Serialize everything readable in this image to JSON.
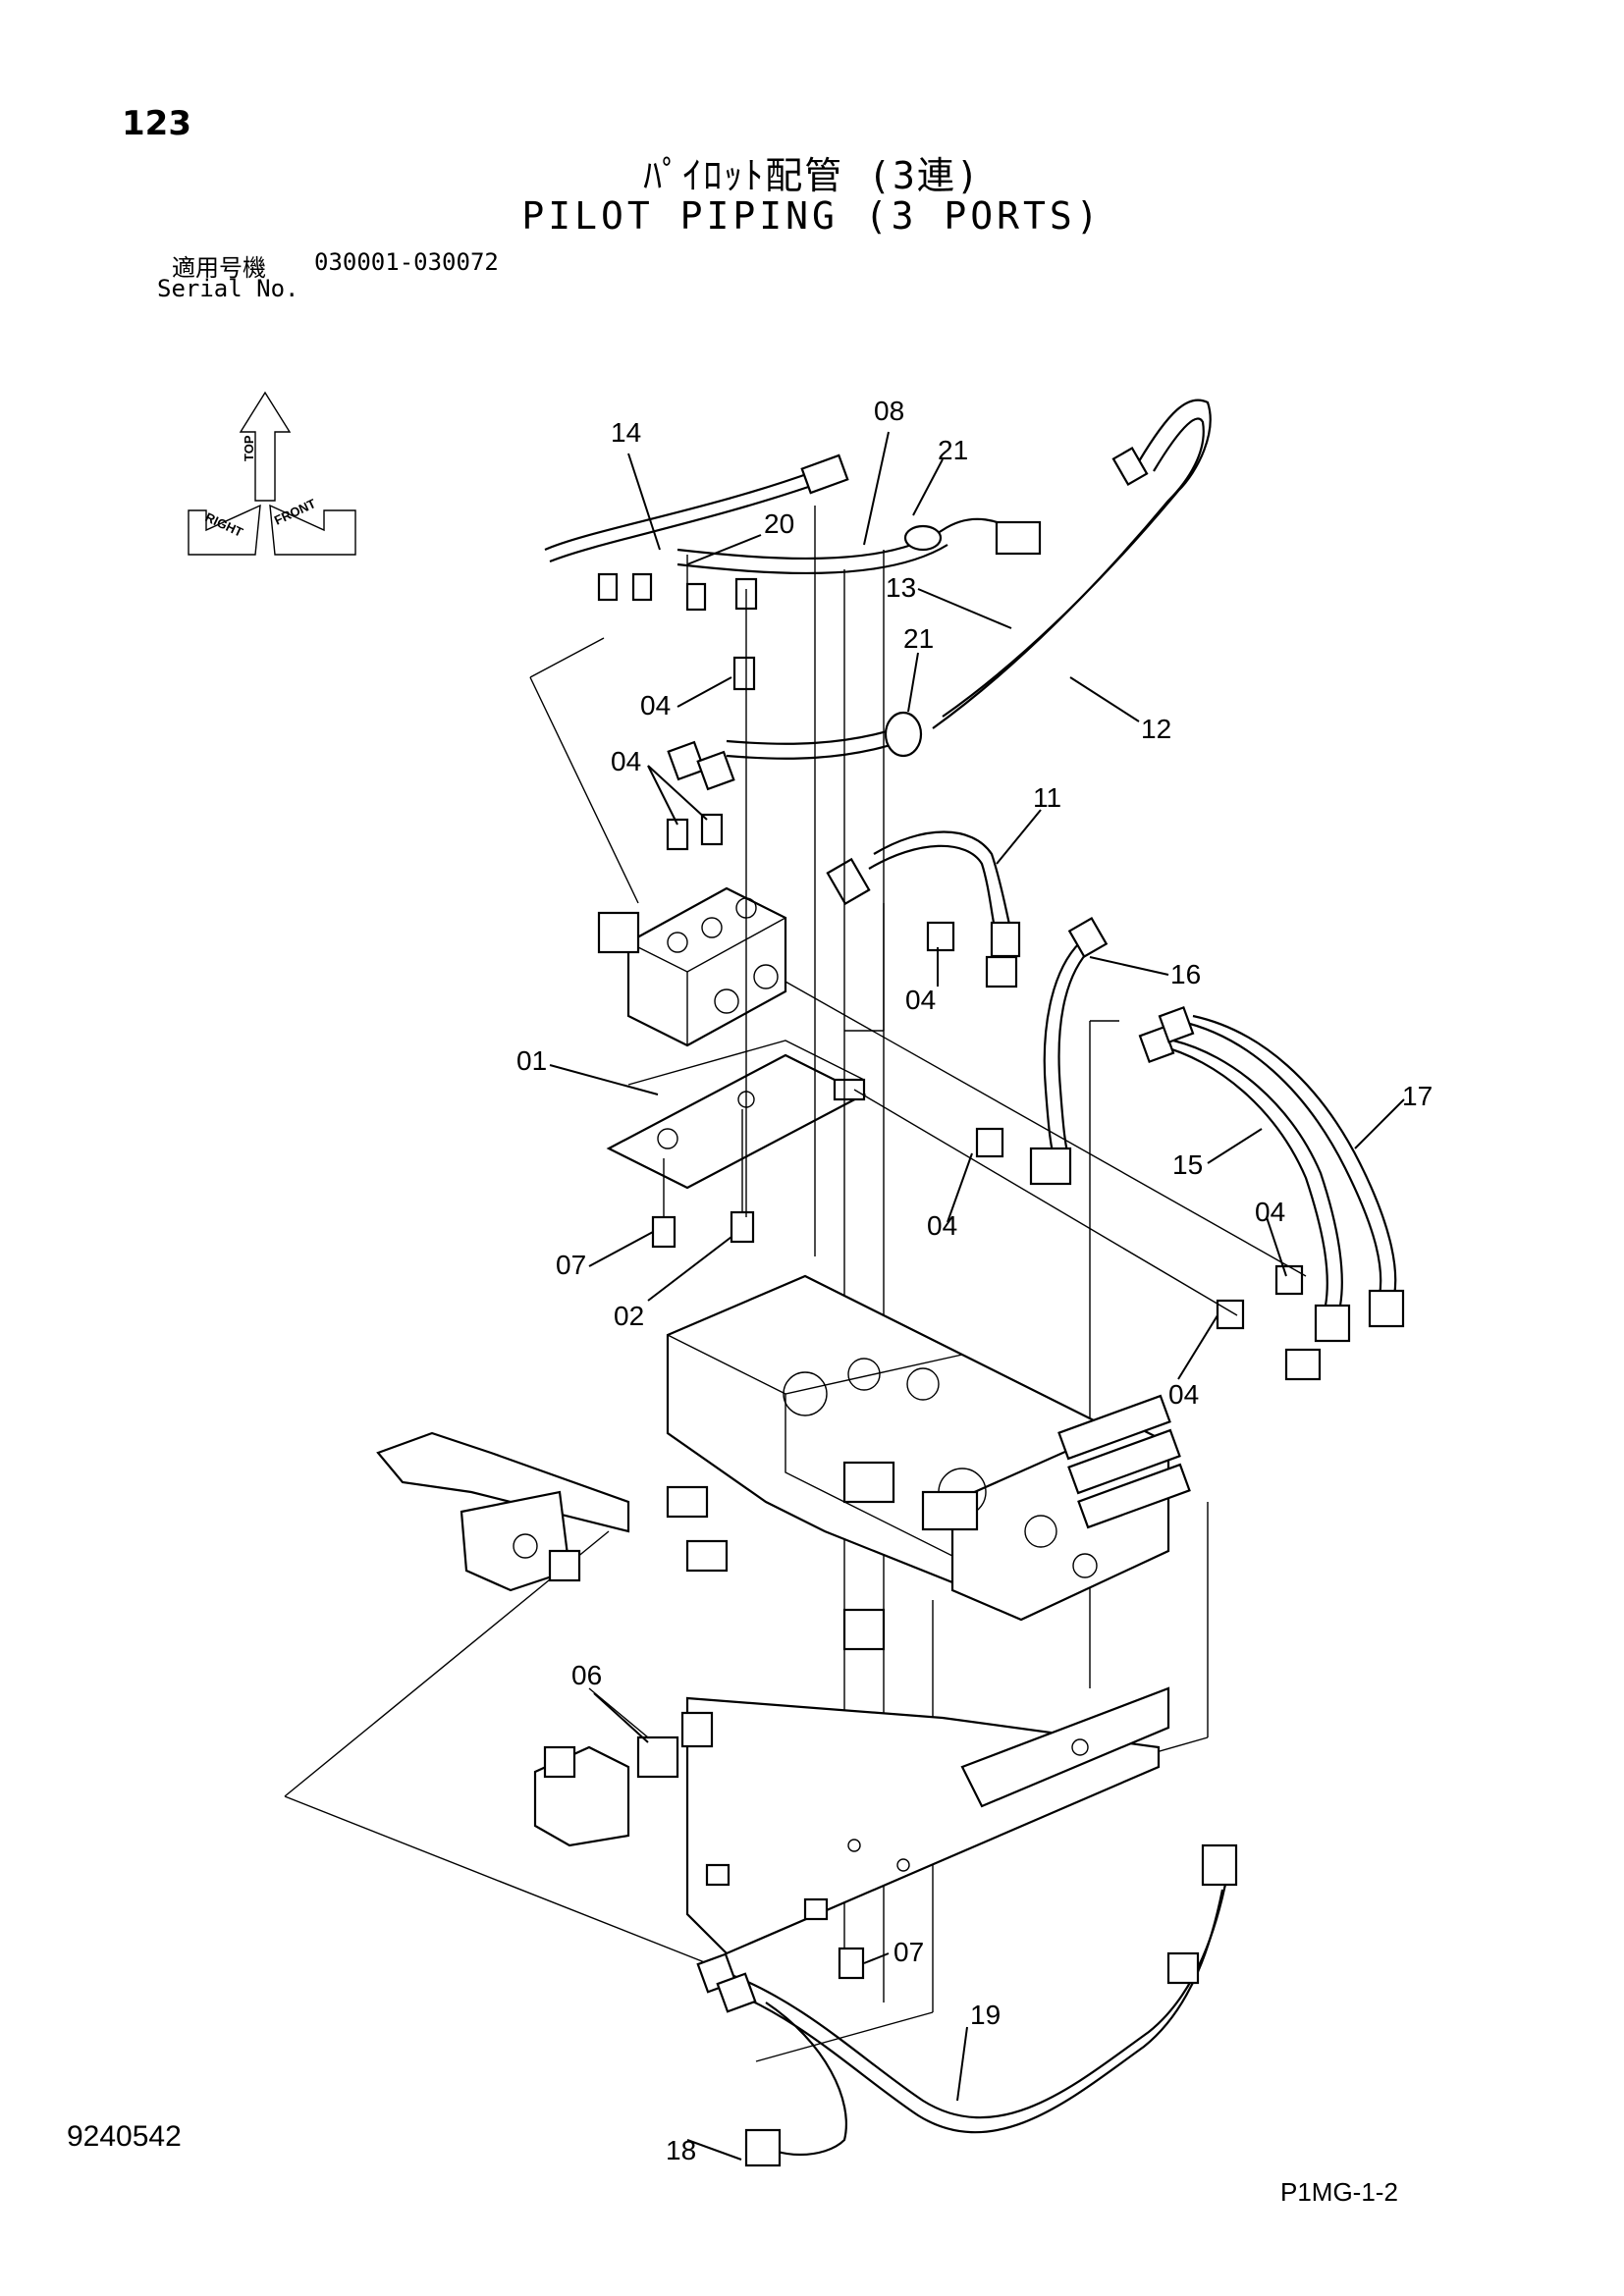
{
  "page_number": "123",
  "title_jp": "ﾊﾟｲﾛｯﾄ配管 (3連)",
  "title_en": "PILOT PIPING (3 PORTS)",
  "serial_label_jp": "適用号機",
  "serial_range": "030001-030072",
  "serial_label_en": "Serial No.",
  "doc_number": "9240542",
  "sheet_code": "P1MG-1-2",
  "orientation_compass": {
    "top": "TOP",
    "right": "RIGHT",
    "front": "FRONT"
  },
  "callouts": [
    {
      "id": "14",
      "label": "14"
    },
    {
      "id": "08",
      "label": "08"
    },
    {
      "id": "21a",
      "label": "21"
    },
    {
      "id": "20",
      "label": "20"
    },
    {
      "id": "13",
      "label": "13"
    },
    {
      "id": "21b",
      "label": "21"
    },
    {
      "id": "12",
      "label": "12"
    },
    {
      "id": "04a",
      "label": "04"
    },
    {
      "id": "04b",
      "label": "04"
    },
    {
      "id": "11",
      "label": "11"
    },
    {
      "id": "04c",
      "label": "04"
    },
    {
      "id": "16",
      "label": "16"
    },
    {
      "id": "01",
      "label": "01"
    },
    {
      "id": "17",
      "label": "17"
    },
    {
      "id": "15",
      "label": "15"
    },
    {
      "id": "04d",
      "label": "04"
    },
    {
      "id": "04e",
      "label": "04"
    },
    {
      "id": "07a",
      "label": "07"
    },
    {
      "id": "02",
      "label": "02"
    },
    {
      "id": "04f",
      "label": "04"
    },
    {
      "id": "06",
      "label": "06"
    },
    {
      "id": "07b",
      "label": "07"
    },
    {
      "id": "19",
      "label": "19"
    },
    {
      "id": "18",
      "label": "18"
    }
  ]
}
